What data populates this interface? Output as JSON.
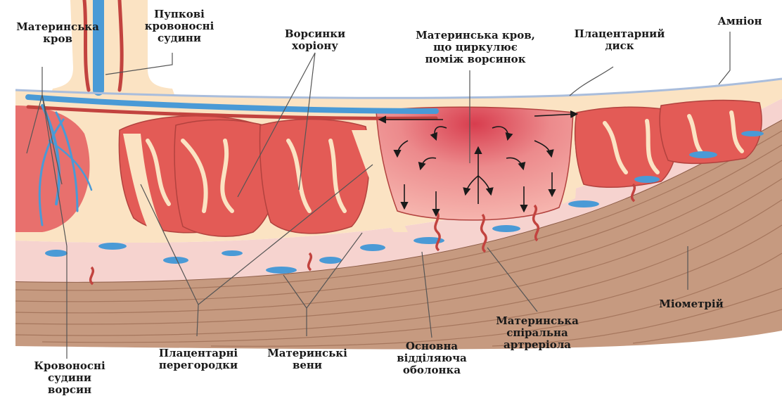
{
  "labels": {
    "maternal_blood": "Материнська\nкров",
    "umbilical_vessels": "Пупкові\nкровоносні\nсудини",
    "chorionic_villi": "Ворсинки\nхоріону",
    "circulating_blood": "Материнська кров,\nщо циркулює\nпоміж ворсинок",
    "placental_disc": "Плацентарний\nдиск",
    "amnion": "Амніон",
    "myometrium": "Міометрій",
    "villus_vessels": "Кровоносні\nсудини\nворсин",
    "placental_septa": "Плацентарні\nперегородки",
    "maternal_veins": "Материнські\nвени",
    "decidua_basalis": "Основна\nвідділяюча\nоболонка",
    "spiral_arteriole": "Материнська\nспіральна\nартреріола"
  },
  "colors": {
    "myometrium": "#c69a80",
    "myometrium_line": "#9e6e55",
    "decidua": "#f6d3cf",
    "placenta": "#fbe3c3",
    "villus_fill": "#e35b56",
    "villus_stroke": "#b2423e",
    "artery": "#c2433f",
    "vein": "#4a9ad6",
    "amnion": "#a9bddc",
    "pool": "#e9787a"
  }
}
